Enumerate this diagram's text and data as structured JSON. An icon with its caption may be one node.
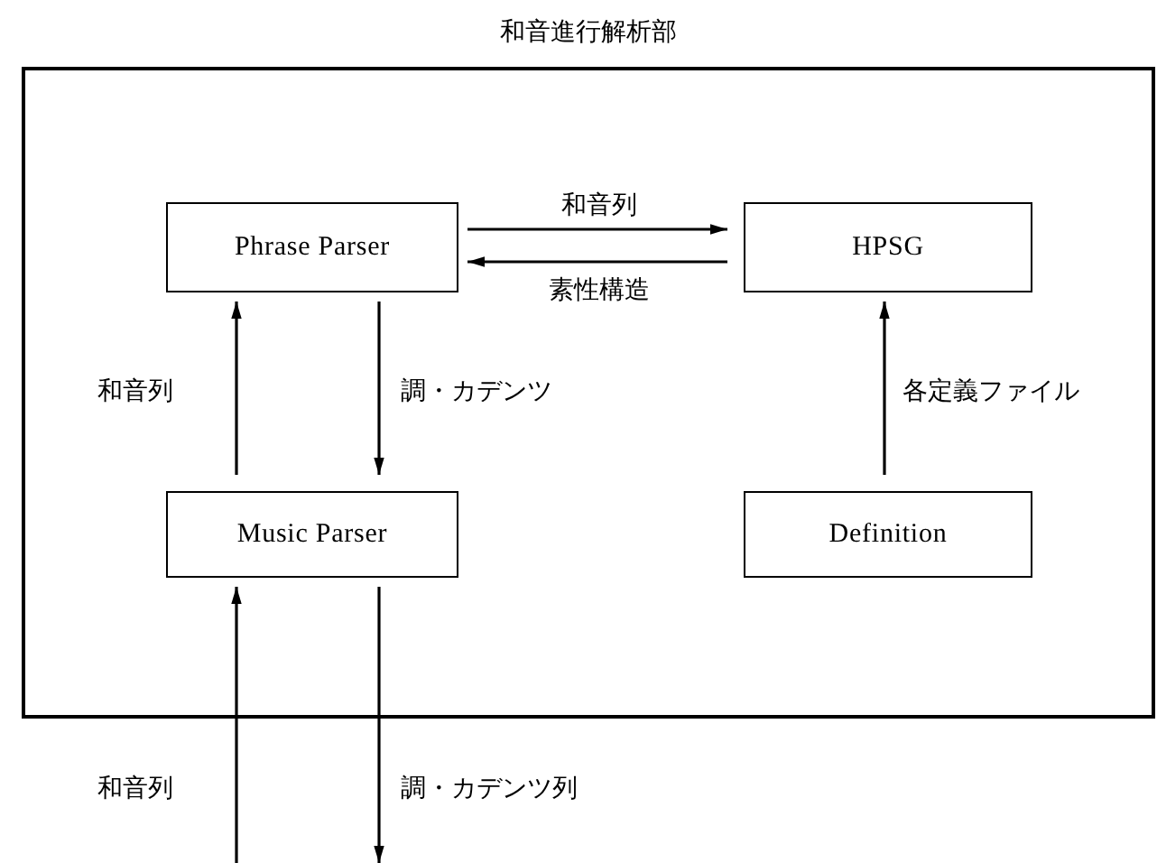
{
  "diagram": {
    "nodes": [
      {
        "text": [
          "和音進行解析部"
        ]
      },
      {
        "text": [
          "Phrase Parser"
        ],
        "in": 0
      },
      {
        "text": [
          "HPSG"
        ],
        "in": 0
      },
      {
        "text": [
          "Music Parser"
        ],
        "in": 0
      },
      {
        "text": [
          "Definition"
        ],
        "in": 0
      }
    ],
    "edges": [
      {
        "from": 1,
        "to": 2,
        "arrow": "to",
        "label": "和音列"
      },
      {
        "from": 2,
        "to": 1,
        "arrow": "to",
        "label": "素性構造"
      },
      {
        "from": 3,
        "to": 1,
        "arrow": "to",
        "label": "和音列"
      },
      {
        "from": 1,
        "to": 3,
        "arrow": "to",
        "label": "調・カデンツ"
      },
      {
        "from": 4,
        "to": 2,
        "arrow": "to",
        "label": "各定義ファイル"
      },
      {
        "from": null,
        "to": 3,
        "arrow": "to",
        "label": "和音列"
      },
      {
        "from": 3,
        "to": null,
        "arrow": "to",
        "label": "調・カデンツ列"
      }
    ]
  }
}
